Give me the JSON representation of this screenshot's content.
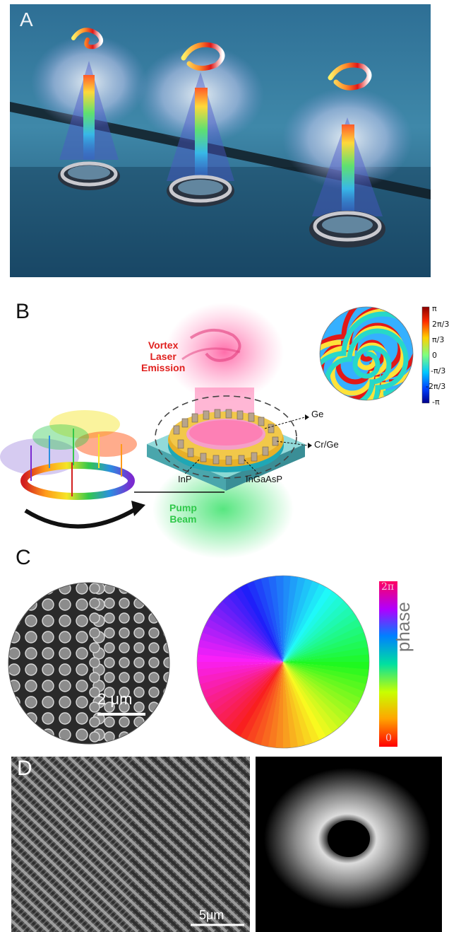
{
  "panels": {
    "a": {
      "label": "A"
    },
    "b": {
      "label": "B",
      "emission": [
        "Vortex",
        "Laser",
        "Emission"
      ],
      "pump": [
        "Pump",
        "Beam"
      ],
      "materials": {
        "ge": "Ge",
        "cr_ge": "Cr/Ge",
        "inp": "InP",
        "ingaasp": "InGaAsP"
      },
      "colorbar_ticks": [
        "π",
        "2π/3",
        "π/3",
        "0",
        "-π/3",
        "-2π/3",
        "-π"
      ]
    },
    "c": {
      "label": "C",
      "scale_bar": "2 μm",
      "colorbar_title": "phase",
      "colorbar_top": "2π",
      "colorbar_bottom": "0"
    },
    "d": {
      "label": "D",
      "scale_bar": "5μm"
    }
  }
}
